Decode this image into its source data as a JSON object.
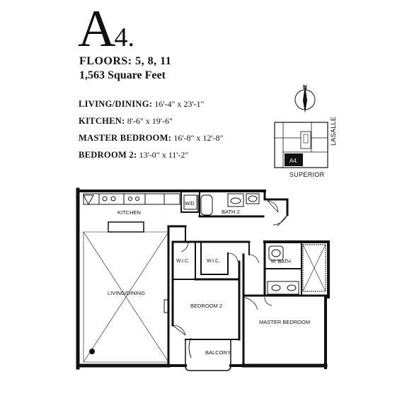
{
  "unit": {
    "letter": "A",
    "number": "4.",
    "floors": "FLOORS: 5, 8, 11",
    "area": "1,563 Square Feet"
  },
  "dimensions": [
    {
      "label": "LIVING/DINING:",
      "value": "16'-4\" x 23'-1\""
    },
    {
      "label": "KITCHEN:",
      "value": "8'-6\" x 19'-6\""
    },
    {
      "label": "MASTER BEDROOM:",
      "value": "16'-8\" x 12'-8\""
    },
    {
      "label": "BEDROOM 2:",
      "value": "13'-0\" x 11'-2\""
    }
  ],
  "compass": {
    "north": "N"
  },
  "keyplan": {
    "unit_tag": "A4.",
    "street_bottom": "SUPERIOR",
    "street_side": "LASALLE"
  },
  "rooms": {
    "kitchen": "KITCHEN",
    "wd": "W/D",
    "bath2": "BATH 2",
    "living": "LIVING/DINING",
    "wic1": "W.I.C.",
    "wic2": "W.I.C.",
    "mbath": "M. BATH",
    "bedroom2": "BEDROOM 2",
    "master": "MASTER BEDROOM",
    "balcony": "BALCONY"
  },
  "colors": {
    "wall": "#111111",
    "background": "#ffffff",
    "keyplan_fill": "#111111"
  }
}
